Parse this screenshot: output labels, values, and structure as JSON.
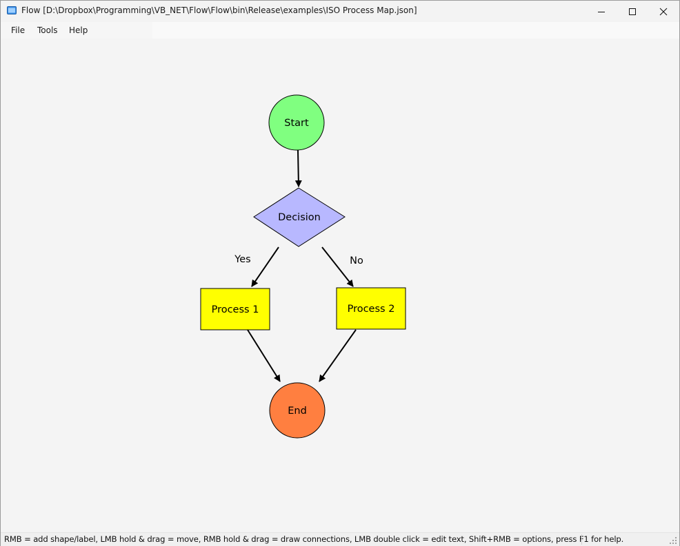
{
  "window": {
    "title": "Flow [D:\\Dropbox\\Programming\\VB_NET\\Flow\\Flow\\bin\\Release\\examples\\ISO Process Map.json]",
    "app_icon": "window-app-icon",
    "controls": {
      "minimize": "minimize-icon",
      "maximize": "maximize-icon",
      "close": "close-icon"
    }
  },
  "menu": {
    "file": "File",
    "tools": "Tools",
    "help": "Help"
  },
  "diagram": {
    "nodes": {
      "start": {
        "label": "Start",
        "shape": "circle",
        "color": "#80ff80"
      },
      "decision": {
        "label": "Decision",
        "shape": "diamond",
        "color": "#b8b8ff"
      },
      "process1": {
        "label": "Process 1",
        "shape": "rectangle",
        "color": "#ffff00"
      },
      "process2": {
        "label": "Process 2",
        "shape": "rectangle",
        "color": "#ffff00"
      },
      "end": {
        "label": "End",
        "shape": "circle",
        "color": "#ff7f40"
      }
    },
    "edge_labels": {
      "yes": "Yes",
      "no": "No"
    }
  },
  "status": {
    "text": "RMB = add shape/label, LMB hold & drag = move, RMB hold & drag = draw connections, LMB double click = edit text, Shift+RMB = options, press F1 for help."
  }
}
